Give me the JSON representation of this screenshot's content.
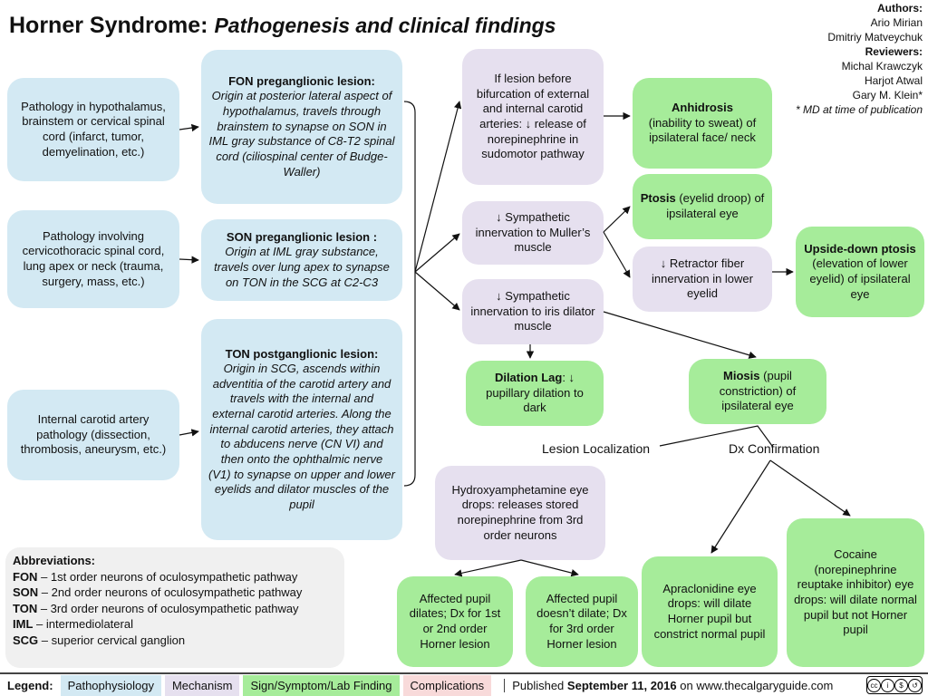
{
  "title": {
    "main": "Horner Syndrome:",
    "sub": "Pathogenesis and clinical findings"
  },
  "authors": {
    "authors_label": "Authors:",
    "authors_list": [
      "Ario Mirian",
      "Dmitriy Matveychuk"
    ],
    "reviewers_label": "Reviewers:",
    "reviewers_list": [
      "Michal Krawczyk",
      "Harjot Atwal",
      "Gary M. Klein*"
    ],
    "note": "* MD at time of publication"
  },
  "pathology": [
    "Pathology in hypothalamus, brainstem or cervical spinal cord (infarct, tumor, demyelination, etc.)",
    "Pathology involving cervicothoracic spinal cord, lung apex or neck (trauma, surgery, mass, etc.)",
    "Internal carotid artery pathology (dissection, thrombosis, aneurysm, etc.)"
  ],
  "lesions": [
    {
      "title": "FON preganglionic lesion:",
      "body": "Origin at posterior lateral aspect of hypothalamus, travels through brainstem to synapse on SON in IML gray substance of C8-T2 spinal cord (ciliospinal center of Budge-Waller)"
    },
    {
      "title": "SON preganglionic lesion :",
      "body": "Origin at IML gray substance, travels over lung apex to synapse on TON in the SCG at C2-C3"
    },
    {
      "title": "TON postganglionic lesion:",
      "body": "Origin in SCG, ascends within adventitia of the carotid artery and travels with the internal and external carotid arteries. Along the internal carotid arteries, they attach to abducens nerve (CN VI) and then onto the ophthalmic nerve (V1) to synapse on upper and lower eyelids and dilator muscles of the pupil"
    }
  ],
  "mechanisms": {
    "bifurcation": "If lesion before bifurcation of external and internal carotid arteries: ↓ release of norepinephrine in sudomotor pathway",
    "muller": "↓ Sympathetic innervation to Muller’s muscle",
    "iris": "↓ Sympathetic innervation to iris dilator muscle",
    "hydroxy": "Hydroxyamphetamine eye drops: releases stored norepinephrine from 3rd order neurons"
  },
  "signs": {
    "anhidrosis_title": "Anhidrosis",
    "anhidrosis_body": "(inability to sweat) of ipsilateral face/ neck",
    "ptosis_title": "Ptosis",
    "ptosis_body": "(eyelid droop) of ipsilateral eye",
    "retractor": "↓ Retractor fiber innervation in lower eyelid",
    "upside_title": "Upside-down ptosis",
    "upside_body": "(elevation of lower eyelid) of ipsilateral eye",
    "lag_title": "Dilation Lag",
    "lag_body": ": ↓ pupillary dilation to dark",
    "miosis_title": "Miosis",
    "miosis_body": "(pupil constriction) of ipsilateral eye",
    "affected_dilate": "Affected pupil dilates; Dx for 1st or 2nd order Horner lesion",
    "affected_nodilate": "Affected pupil doesn’t dilate; Dx for 3rd order Horner lesion",
    "apraclonidine": "Apraclonidine eye drops: will dilate Horner pupil but constrict normal pupil",
    "cocaine": "Cocaine (norepinephrine reuptake inhibitor) eye drops: will dilate normal pupil but not Horner pupil"
  },
  "labels": {
    "localization": "Lesion Localization",
    "confirmation": "Dx Confirmation"
  },
  "abbreviations": {
    "heading": "Abbreviations:",
    "items": [
      {
        "key": "FON",
        "text": "– 1st order neurons of oculosympathetic pathway"
      },
      {
        "key": "SON",
        "text": "– 2nd order neurons of oculosympathetic pathway"
      },
      {
        "key": "TON",
        "text": "– 3rd order neurons of oculosympathetic pathway"
      },
      {
        "key": "IML",
        "text": "– intermediolateral"
      },
      {
        "key": "SCG",
        "text": "– superior cervical ganglion"
      }
    ]
  },
  "legend": {
    "label": "Legend:",
    "pathophysiology": "Pathophysiology",
    "mechanism": "Mechanism",
    "sign": "Sign/Symptom/Lab Finding",
    "complications": "Complications",
    "published_prefix": "Published",
    "published_date": "September 11, 2016",
    "published_suffix": "on www.thecalgaryguide.com"
  },
  "colors": {
    "pathophysiology": "#d3e9f3",
    "mechanism": "#e6e0ef",
    "sign": "#a6ec9a",
    "complications": "#f8dada"
  }
}
